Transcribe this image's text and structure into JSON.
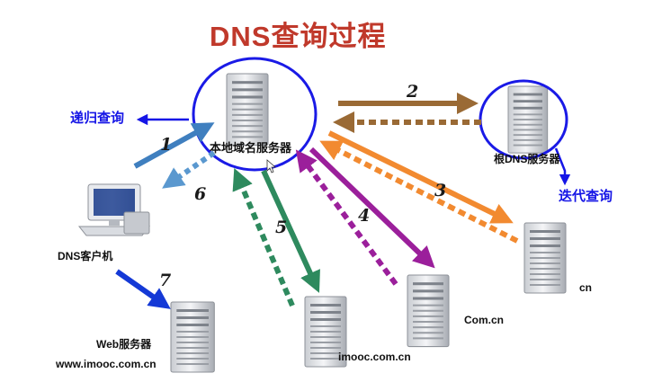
{
  "title": "DNS查询过程",
  "colors": {
    "title": "#c0392b",
    "annotation": "#1515e6",
    "circle": "#1a1ae6",
    "step1": "#3f7fbf",
    "step2": "#9a6a35",
    "step3": "#f28a30",
    "step4": "#9b1f9b",
    "step5": "#2e8a5e",
    "step7": "#1439d6"
  },
  "annotations": {
    "recursive": "递归查询",
    "iterative": "迭代查询"
  },
  "nodes": {
    "local_dns": "本地域名服务器",
    "root_dns": "根DNS服务器",
    "client": "DNS客户机",
    "web_server": "Web服务器",
    "web_domain": "www.imooc.com.cn",
    "imooc": "imooc.com.cn",
    "com": "Com.cn",
    "cn": "cn"
  },
  "steps": {
    "s1": "1",
    "s2": "2",
    "s3": "3",
    "s4": "4",
    "s5": "5",
    "s6": "6",
    "s7": "7"
  }
}
